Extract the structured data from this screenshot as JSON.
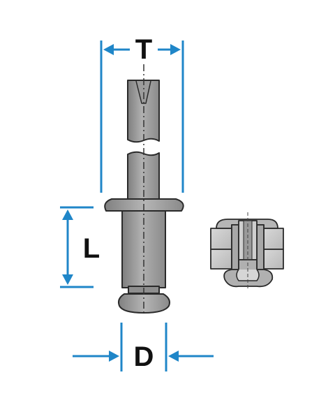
{
  "dimensions": {
    "t_label": "T",
    "l_label": "L",
    "d_label": "D"
  },
  "colors": {
    "dimension_line": "#1f86c8",
    "outline": "#2a2a2a",
    "body_fill": "#9a9a9a",
    "pin_fill": "#a6a6a6",
    "plate_fill": "#c9c9c9",
    "background": "#ffffff"
  },
  "parts": {
    "main_view": "blind-rivet-side-view",
    "detail_view": "installed-rivet-cross-section"
  }
}
